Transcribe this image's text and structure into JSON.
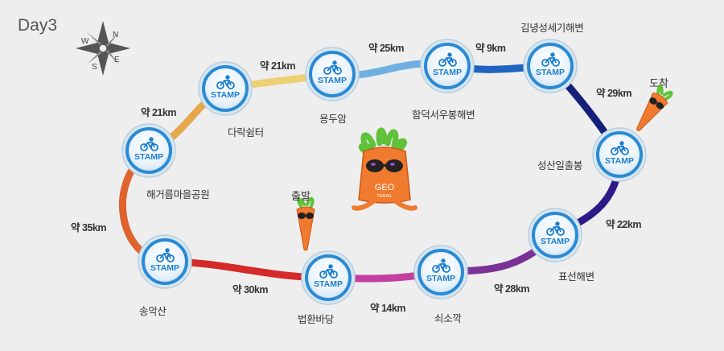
{
  "title": "Day3",
  "compass": {
    "icon": "compass-icon",
    "letters": [
      "N",
      "E",
      "S",
      "W"
    ]
  },
  "stamp_text": "STAMP",
  "mascot_text": {
    "line1": "GEO",
    "line2": "TRAVEL"
  },
  "start_label": "출발",
  "end_label": "도착",
  "stops": [
    {
      "name": "법환바당"
    },
    {
      "name": "송악산"
    },
    {
      "name": "해거름마을공원"
    },
    {
      "name": "다락쉼터"
    },
    {
      "name": "용두암"
    },
    {
      "name": "함덕서우봉해변"
    },
    {
      "name": "김녕성세기해변"
    },
    {
      "name": "성산일출봉"
    },
    {
      "name": "표선해변"
    },
    {
      "name": "쇠소깍"
    }
  ],
  "distances": [
    {
      "label": "약 30km",
      "color": "#d52a2a"
    },
    {
      "label": "약 35km",
      "color": "#e0622c"
    },
    {
      "label": "약 21km",
      "color": "#e6a64a"
    },
    {
      "label": "약 21km",
      "color": "#ecd073"
    },
    {
      "label": "약 25km",
      "color": "#6fb0e2"
    },
    {
      "label": "약 9km",
      "color": "#1e63bf"
    },
    {
      "label": "약 29km",
      "color": "#15207a"
    },
    {
      "label": "약 22km",
      "color": "#2d1a87"
    },
    {
      "label": "약 28km",
      "color": "#7a3296"
    },
    {
      "label": "약 14km",
      "color": "#c3409e"
    }
  ]
}
